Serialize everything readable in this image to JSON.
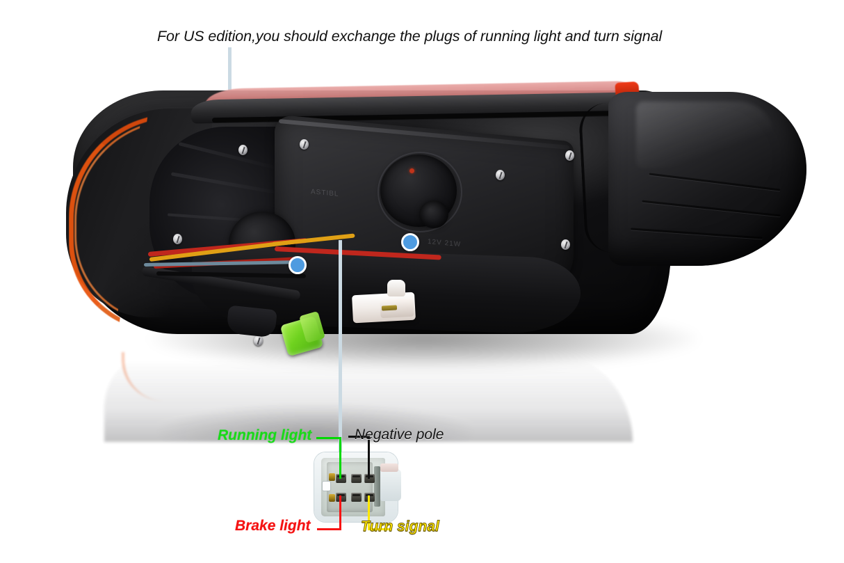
{
  "page": {
    "background_color": "#ffffff",
    "title_note": "For US edition,you should exchange the plugs of running light and turn signal"
  },
  "product": {
    "name": "tail-light-assembly",
    "description_parts": {
      "housing_color": "#101012",
      "amber_reflector_color": "#e8550f",
      "red_lens_color": "#d98a88"
    },
    "callouts": [
      {
        "id": "running-light-plug",
        "marker": "blue-dot",
        "connector_color": "#6fd21f"
      },
      {
        "id": "negative-pole-plug",
        "marker": "blue-dot",
        "connector_color": "#ffffff"
      }
    ]
  },
  "leader_lines": {
    "color": "#cbdae3",
    "items": [
      {
        "name": "leader-running",
        "from": "title",
        "to": "green-connector"
      },
      {
        "name": "leader-negative",
        "from": "white-connector",
        "to": "pinout-diagram"
      }
    ]
  },
  "pinout": {
    "connector_type": "4-pin",
    "housing_color": "#dde5e8",
    "pins": [
      {
        "position": "top-left",
        "label": "Running light",
        "color": "#19d919"
      },
      {
        "position": "top-right",
        "label": "Negative pole",
        "color": "#141414"
      },
      {
        "position": "bottom-left",
        "label": "Brake light",
        "color": "#f51111"
      },
      {
        "position": "bottom-right",
        "label": "Turn signal",
        "color": "#ffe600"
      }
    ],
    "labels": {
      "running_light": "Running light",
      "negative_pole": "Negative pole",
      "brake_light": "Brake light",
      "turn_signal": "Turn signal"
    }
  }
}
